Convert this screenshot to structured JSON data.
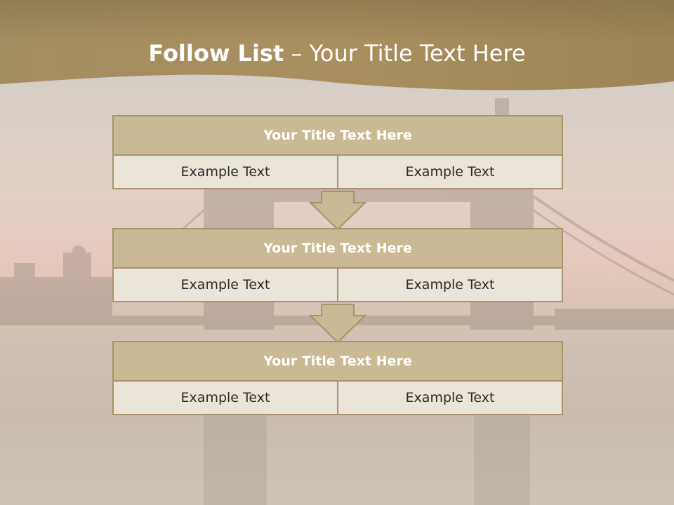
{
  "slide": {
    "title_bold": "Follow List",
    "title_rest": " – Your Title Text Here"
  },
  "blocks": [
    {
      "title": "Your Title Text Here",
      "left": "Example Text",
      "right": "Example Text"
    },
    {
      "title": "Your Title Text Here",
      "left": "Example Text",
      "right": "Example Text"
    },
    {
      "title": "Your Title Text Here",
      "left": "Example Text",
      "right": "Example Text"
    }
  ],
  "colors": {
    "header_band": "#a08a5e",
    "block_title_fill": "#c9b994",
    "block_border": "#a8926b",
    "cell_fill": "#ebe4d9"
  },
  "background": {
    "image": "tower-bridge-sunset-photo"
  }
}
